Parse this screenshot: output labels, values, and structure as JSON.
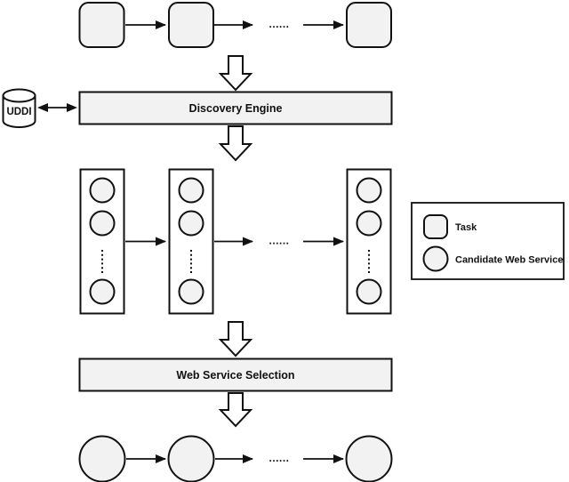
{
  "diagram": {
    "type": "flowchart",
    "description_visible_structure": {
      "top_task_squares": 3,
      "candidate_service_lists": 3,
      "circles_visible_per_list": 3,
      "bottom_selected_service_circles": 3
    },
    "nodes": {
      "uddi": "UDDI",
      "discovery_engine": "Discovery Engine",
      "web_service_selection": "Web Service Selection"
    },
    "legend": {
      "task": "Task",
      "candidate_web_service": "Candidate Web Service"
    },
    "ellipsis": "......",
    "colors": {
      "stroke": "#111111",
      "node_fill": "#f2f2f2",
      "container_fill": "#ffffff",
      "background": "#ffffff"
    }
  }
}
